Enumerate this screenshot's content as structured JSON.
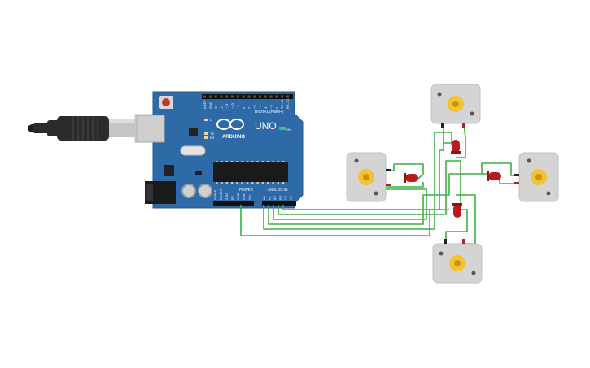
{
  "board": {
    "name": "UNO",
    "brand": "ARDUINO",
    "header_digital": "DIGITAL (PWM~)",
    "header_power": "POWER",
    "header_analog": "ANALOG IN",
    "on_label": "ON",
    "led_l": "L",
    "tx": "TX",
    "rx": "RX",
    "digital_pins": [
      "AREF",
      "GND",
      "13",
      "12",
      "~11",
      "~10",
      "~9",
      "8",
      "7",
      "~6",
      "~5",
      "4",
      "~3",
      "2",
      "TX→1",
      "RX←0"
    ],
    "power_pins": [
      "IOREF",
      "RESET",
      "3.3V",
      "5V",
      "GND",
      "GND",
      "Vin"
    ],
    "analog_pins": [
      "A0",
      "A1",
      "A2",
      "A3",
      "A4",
      "A5"
    ]
  },
  "components": {
    "motors": [
      "motor-top",
      "motor-left",
      "motor-right",
      "motor-bottom"
    ],
    "leds": [
      "led-top",
      "led-left",
      "led-right",
      "led-bottom"
    ]
  },
  "colors": {
    "board": "#2e6aa8",
    "wire": "#3cb043",
    "motor_body": "#d4d4d4",
    "motor_hub": "#f2c230",
    "led": "#b81c1c",
    "usb_cable": "#2b2b2b",
    "usb_plug": "#c9c9c9"
  }
}
